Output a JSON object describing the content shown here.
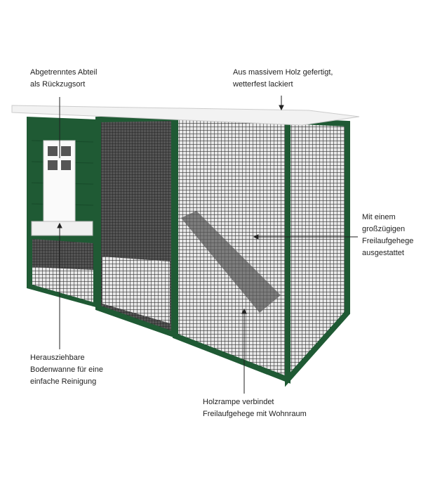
{
  "annotations": {
    "compartment": [
      "Abgetrenntes Abteil",
      "als Rückzugsort"
    ],
    "wood": [
      "Aus massivem Holz gefertigt,",
      "wetterfest lackiert"
    ],
    "run": [
      "Mit einem",
      "großzügigen",
      "Freilaufgehege",
      "ausgestattet"
    ],
    "tray": [
      "Herausziehbare",
      "Bodenwanne für eine",
      "einfache Reinigung"
    ],
    "ramp": [
      "Holzrampe verbindet",
      "Freilaufgehege mit Wohnraum"
    ]
  },
  "colors": {
    "frame": "#1f5a34",
    "mesh": "#333333",
    "roof": "#f2f2f2",
    "text": "#222222"
  }
}
